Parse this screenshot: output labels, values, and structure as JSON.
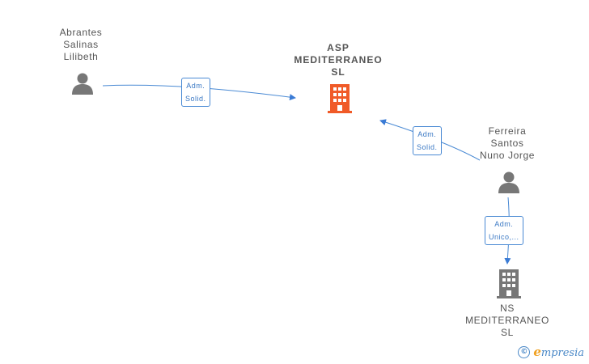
{
  "nodes": {
    "person_1": {
      "lines": [
        "Abrantes",
        "Salinas",
        "Lilibeth"
      ]
    },
    "person_2": {
      "lines": [
        "Ferreira",
        "Santos",
        "Nuno Jorge"
      ]
    },
    "company_main": {
      "lines": [
        "ASP",
        "MEDITERRANEO",
        "SL"
      ],
      "color": "#f05a28"
    },
    "company_2": {
      "lines": [
        "NS",
        "MEDITERRANEO",
        "SL"
      ],
      "color": "#777777"
    }
  },
  "edges": {
    "edge_1": {
      "lines": [
        "Adm.",
        "Solid."
      ]
    },
    "edge_2": {
      "lines": [
        "Adm.",
        "Solid."
      ]
    },
    "edge_3": {
      "lines": [
        "Adm.",
        "Unico,..."
      ]
    }
  },
  "colors": {
    "edge": "#4a8ad4",
    "person_icon": "#777777"
  },
  "brand": {
    "symbol": "©",
    "initial": "e",
    "rest": "mpresia"
  }
}
